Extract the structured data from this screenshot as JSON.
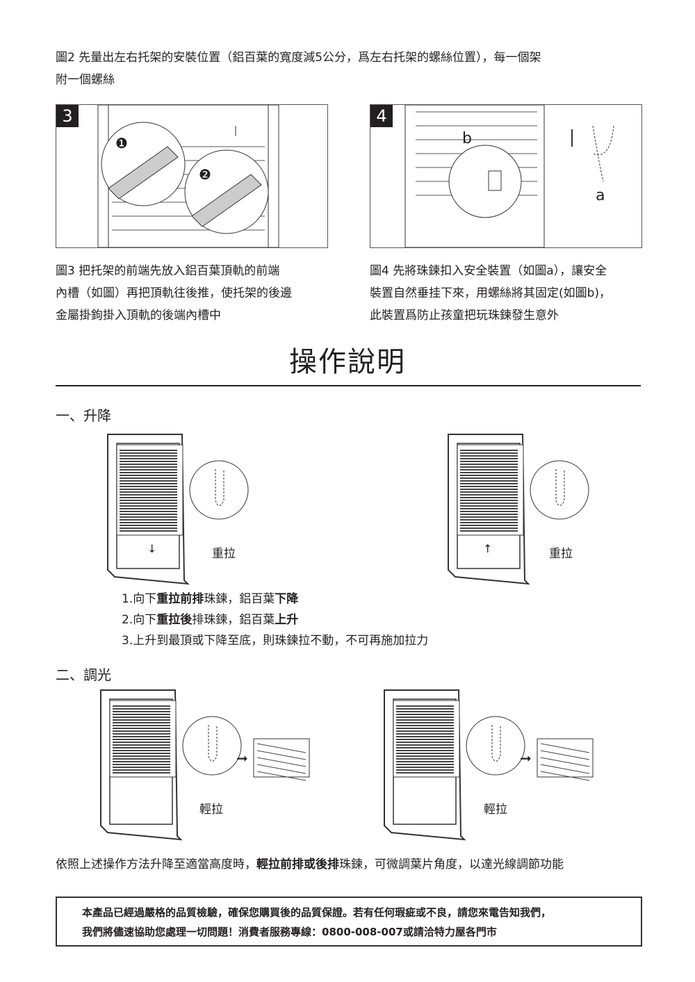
{
  "intro": {
    "line1": "圖2 先量出左右托架的安裝位置（鋁百葉的寬度減5公分，爲左右托架的螺絲位置），每一個架",
    "line2": "附一個螺絲"
  },
  "fig3": {
    "number": "3",
    "marker1": "❶",
    "marker2": "❷",
    "caption": [
      "圖3  把托架的前端先放入鋁百葉頂軌的前端",
      "內槽（如圖）再把頂軌往後推，使托架的後邊",
      "金屬掛鉤掛入頂軌的後端內槽中"
    ]
  },
  "fig4": {
    "number": "4",
    "label_a": "a",
    "label_b": "b",
    "caption": [
      "圖4 先將珠鍊扣入安全裝置（如圖a），讓安全",
      "裝置自然垂挂下來，用螺絲將其固定(如圖b)，",
      "此裝置爲防止孩童把玩珠鍊發生意外"
    ]
  },
  "title": "操作說明",
  "section1": {
    "heading": "一、升降",
    "pull_left": "重拉",
    "pull_right": "重拉",
    "steps": [
      [
        "1.向下",
        "重拉前排",
        "珠鍊，鋁百葉",
        "下降"
      ],
      [
        "2.向下",
        "重拉後",
        "排珠鍊，鋁百葉",
        "上升"
      ],
      [
        "3.上升到最頂或下降至底，則珠鍊拉不動，不可再施加拉力"
      ]
    ]
  },
  "section2": {
    "heading": "二、調光",
    "pull_left": "輕拉",
    "pull_right": "輕拉",
    "note": [
      "依照上述操作方法升降至適當高度時，",
      "輕拉前排或後排",
      "珠鍊，可微調葉片角度，以達光線調節功能"
    ]
  },
  "notice": {
    "line1": "本產品已經過嚴格的品質檢驗，確保您購買後的品質保證。若有任何瑕疵或不良，請您來電告知我們，",
    "line2": "我們將儘速協助您處理一切問題！消費者服務專線：0800-008-007或請洽特力屋各門市"
  }
}
